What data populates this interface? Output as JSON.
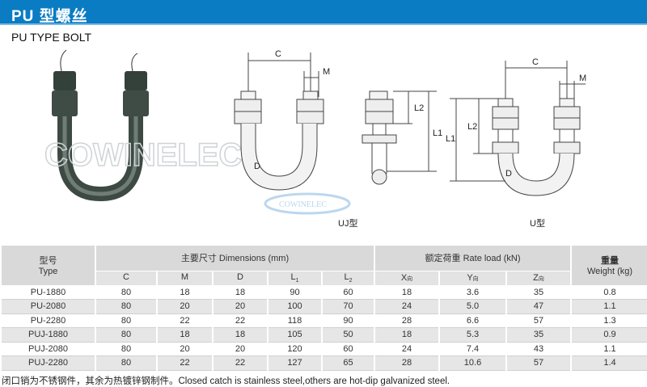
{
  "header": {
    "title": "PU 型螺丝",
    "subtitle": "PU  TYPE BOLT"
  },
  "watermark": "COWINELEC",
  "figures": {
    "uj": {
      "caption": "UJ型",
      "C": "C",
      "M": "M",
      "D": "D",
      "L1": "L1",
      "L2": "L2"
    },
    "u": {
      "caption": "U型",
      "C": "C",
      "M": "M",
      "D": "D",
      "L1": "L1",
      "L2": "L2"
    }
  },
  "table": {
    "type_header_cn": "型号",
    "type_header_en": "Type",
    "dimensions_header": "主要尺寸 Dimensions (mm)",
    "load_header": "额定荷重 Rate load (kN)",
    "weight_header_cn": "重量",
    "weight_header_en": "Weight (kg)",
    "dim_cols": [
      "C",
      "M",
      "D",
      "L",
      "L"
    ],
    "dim_subs": [
      "",
      "",
      "",
      "1",
      "2"
    ],
    "load_cols": [
      "X",
      "Y",
      "Z"
    ],
    "load_sub": "向",
    "rows": [
      [
        "PU-1880",
        "80",
        "18",
        "18",
        "90",
        "60",
        "18",
        "3.6",
        "35",
        "0.8"
      ],
      [
        "PU-2080",
        "80",
        "20",
        "20",
        "100",
        "70",
        "24",
        "5.0",
        "47",
        "1.1"
      ],
      [
        "PU-2280",
        "80",
        "22",
        "22",
        "118",
        "90",
        "28",
        "6.6",
        "57",
        "1.3"
      ],
      [
        "PUJ-1880",
        "80",
        "18",
        "18",
        "105",
        "50",
        "18",
        "5.3",
        "35",
        "0.9"
      ],
      [
        "PUJ-2080",
        "80",
        "20",
        "20",
        "120",
        "60",
        "24",
        "7.4",
        "43",
        "1.1"
      ],
      [
        "PUJ-2280",
        "80",
        "22",
        "22",
        "127",
        "65",
        "28",
        "10.6",
        "57",
        "1.4"
      ]
    ]
  },
  "footnote": "闭口销为不锈钢件，其余为热镀锌钢制件。Closed catch is stainless steel,others are hot-dip galvanized steel."
}
